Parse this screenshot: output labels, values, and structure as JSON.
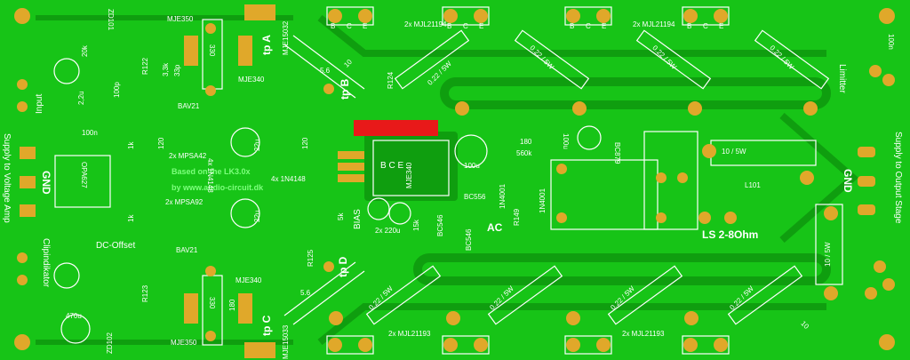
{
  "board": {
    "colors": {
      "board": "#17c417",
      "copper": "#0f9e0f",
      "pad": "#e0a82a",
      "silk": "#ffffff",
      "mask_marker": "#e81919"
    }
  },
  "labels": {
    "input": "Input",
    "supply_va": "Supply to Voltage Amp",
    "supply_os": "Supply to Output Stage",
    "gnd_left": "GND",
    "gnd_right": "GND",
    "clip": "Clipindikator",
    "dc_offset": "DC-Offset",
    "limiter": "Limitter",
    "ls": "LS 2-8Ohm",
    "ac": "AC",
    "bias": "BIAS",
    "tpA": "tp A",
    "tpB": "tp B",
    "tpC": "tp C",
    "tpD": "tp D",
    "credit1": "Based on the LK3.0x",
    "credit2": "by www.audio-circuit.dk"
  },
  "parts": {
    "mje350_top": "MJE350",
    "mje350_bot": "MJE350",
    "mje340_top": "MJE340",
    "mje340_bot": "MJE340",
    "mje340_mid": "MJE340",
    "mje15032": "MJE15032",
    "mje15033": "MJE15033",
    "mjl21194_a": "2x MJL21194",
    "mjl21194_b": "2x MJL21194",
    "mjl21193_a": "2x MJL21193",
    "mjl21193_b": "2x MJL21193",
    "mpsa42": "2x MPSA42",
    "mpsa92": "2x MPSA92",
    "opa627": "OPA627",
    "bav21_top": "BAV21",
    "bav21_bot": "BAV21",
    "n4148_top": "4x 1N4148",
    "n4148_bot": "4x 1N4148",
    "bc879": "BC879",
    "bc556": "BC556",
    "bc546a": "BC546",
    "bc546b": "BC546",
    "n4001a": "1N4001",
    "n4001b": "1N4001",
    "r_10_5w_top": "10 / 5W",
    "r_10_5w_right": "10 / 5W",
    "l101": "L101",
    "r022_1": "0.22 / 5W",
    "r022_2": "0.22 / 5W",
    "r022_3": "0.22 / 5W",
    "r022_4": "0.22 / 5W",
    "r022_5": "0.22 / 5W",
    "r022_6": "0.22 / 5W",
    "r022_7": "0.22 / 5W",
    "r022_8": "0.22 / 5W",
    "r56_top": "5.6",
    "r56_bot": "5.6",
    "c22u_a": "22u",
    "c22u_b": "22u",
    "c2x220u": "2x 220u",
    "c100u_a": "100u",
    "c100u_b": "100u",
    "c470u": "470u",
    "r180_a": "180",
    "r180_b": "180",
    "r560k": "560k",
    "r330_top": "330",
    "r330_bot": "330",
    "r120_a": "120",
    "r120_b": "120",
    "r1k_a": "1k",
    "r1k_b": "1k",
    "r20k": "20k",
    "c100n_a": "100n",
    "c100n_b": "100n",
    "c100p": "100p",
    "r124": "R124",
    "r149": "R149",
    "r122": "R122",
    "r123": "R123",
    "r125": "R125",
    "zd101": "ZD101",
    "zd102": "ZD102",
    "c2u2": "2,2u",
    "r5k": "5k",
    "r15k": "15k",
    "c33p": "33p",
    "r33k": "3,3k",
    "r10_a": "10",
    "r10_b": "10",
    "bce_label": "B  C  E",
    "b_a": "B",
    "c_a": "C",
    "e_a": "E",
    "b_b": "B",
    "c_b": "C",
    "e_b": "E",
    "b_c": "B",
    "c_c": "C",
    "e_c": "E",
    "b_d": "B",
    "c_d": "C",
    "e_d": "E"
  }
}
